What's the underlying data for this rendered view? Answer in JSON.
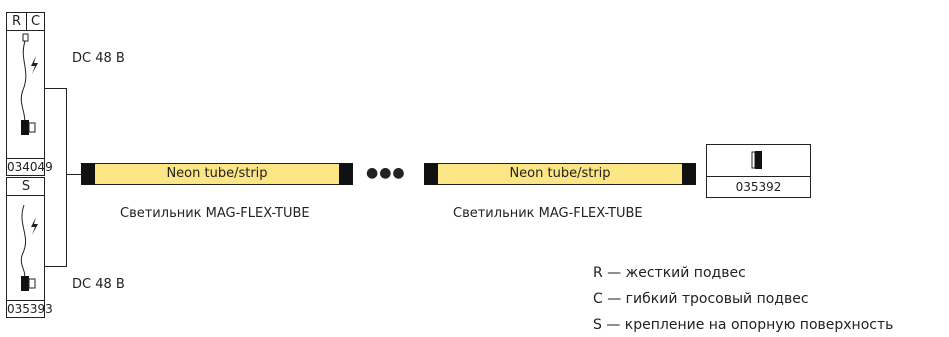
{
  "modules": [
    {
      "header_left": "R",
      "header_right": "C",
      "code": "034049"
    },
    {
      "header": "S",
      "code": "035393"
    }
  ],
  "voltage_top": "DC 48 В",
  "voltage_bottom": "DC 48 В",
  "tubes": [
    {
      "label": "Neon tube/strip",
      "caption": "Светильник MAG-FLEX-TUBE"
    },
    {
      "label": "Neon tube/strip",
      "caption": "Светильник MAG-FLEX-TUBE"
    }
  ],
  "end_cap": {
    "code": "035392"
  },
  "ellipsis": "●●●",
  "legend": [
    "R — жесткий подвес",
    "C — гибкий тросовый подвес",
    "S — крепление на опорную поверхность"
  ]
}
